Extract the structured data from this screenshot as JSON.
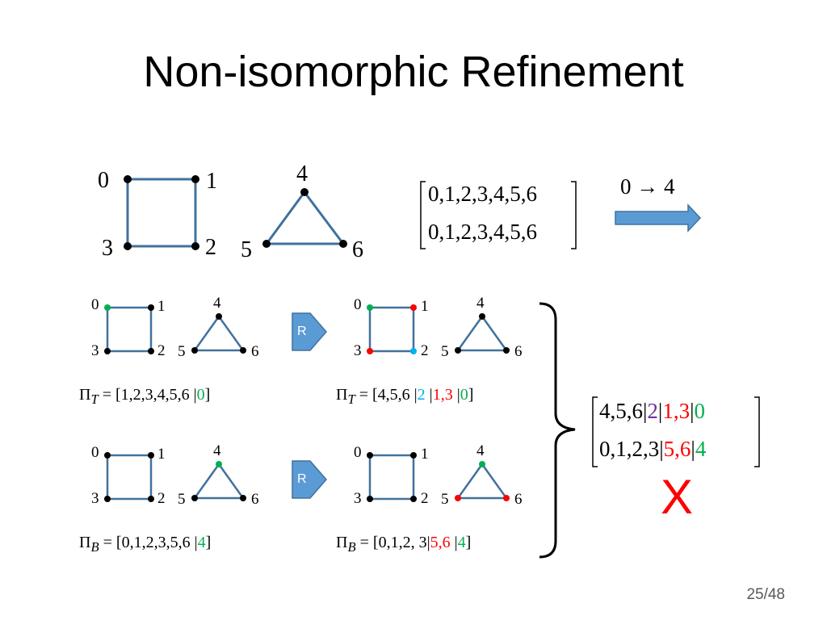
{
  "title": "Non-isomorphic Refinement",
  "colors": {
    "edge": "#41719c",
    "green": "#00b050",
    "red": "#ff0000",
    "cyan": "#00b0f0",
    "purple": "#7030a0",
    "arrow": "#5b9bd5"
  },
  "top_graph": {
    "labels": [
      "0",
      "1",
      "2",
      "3",
      "4",
      "5",
      "6"
    ]
  },
  "top_matrix": {
    "row1": "0,1,2,3,4,5,6",
    "row2": "0,1,2,3,4,5,6"
  },
  "mapping": {
    "text": "0 → 4"
  },
  "refine_label": "R",
  "panels": {
    "top_left": {
      "labels": [
        "0",
        "1",
        "2",
        "3",
        "4",
        "5",
        "6"
      ],
      "eq_prefix": "Π",
      "eq_sub": "T",
      "eq_main": "= [1,2,3,4,5,6 |",
      "eq_green": "0",
      "eq_end": "]"
    },
    "top_right": {
      "labels": [
        "0",
        "1",
        "2",
        "3",
        "4",
        "5",
        "6"
      ],
      "eq_prefix": "Π",
      "eq_sub": "T",
      "eq_main": "= [4,5,6 |",
      "eq_cyan": "2",
      "eq_sep1": " |",
      "eq_red": "1,3",
      "eq_sep2": " |",
      "eq_green": "0",
      "eq_end": "]"
    },
    "bottom_left": {
      "labels": [
        "0",
        "1",
        "2",
        "3",
        "4",
        "5",
        "6"
      ],
      "eq_prefix": "Π",
      "eq_sub": "B",
      "eq_main": "= [0,1,2,3,5,6 |",
      "eq_green": "4",
      "eq_end": "]"
    },
    "bottom_right": {
      "labels": [
        "0",
        "1",
        "2",
        "3",
        "4",
        "5",
        "6"
      ],
      "eq_prefix": "Π",
      "eq_sub": "B",
      "eq_main": "= [0,1,2, 3|",
      "eq_red": "5,6",
      "eq_sep": " |",
      "eq_green": "4",
      "eq_end": "]"
    }
  },
  "result_matrix": {
    "row1": {
      "a": "4,5,6|",
      "b": "2",
      "c": "|",
      "d": "1,3",
      "e": "|",
      "f": "0"
    },
    "row2": {
      "a": "0,1,2,3|",
      "b": "5,6",
      "c": "|",
      "d": "4"
    }
  },
  "result_mark": "X",
  "page_number": "25/48"
}
